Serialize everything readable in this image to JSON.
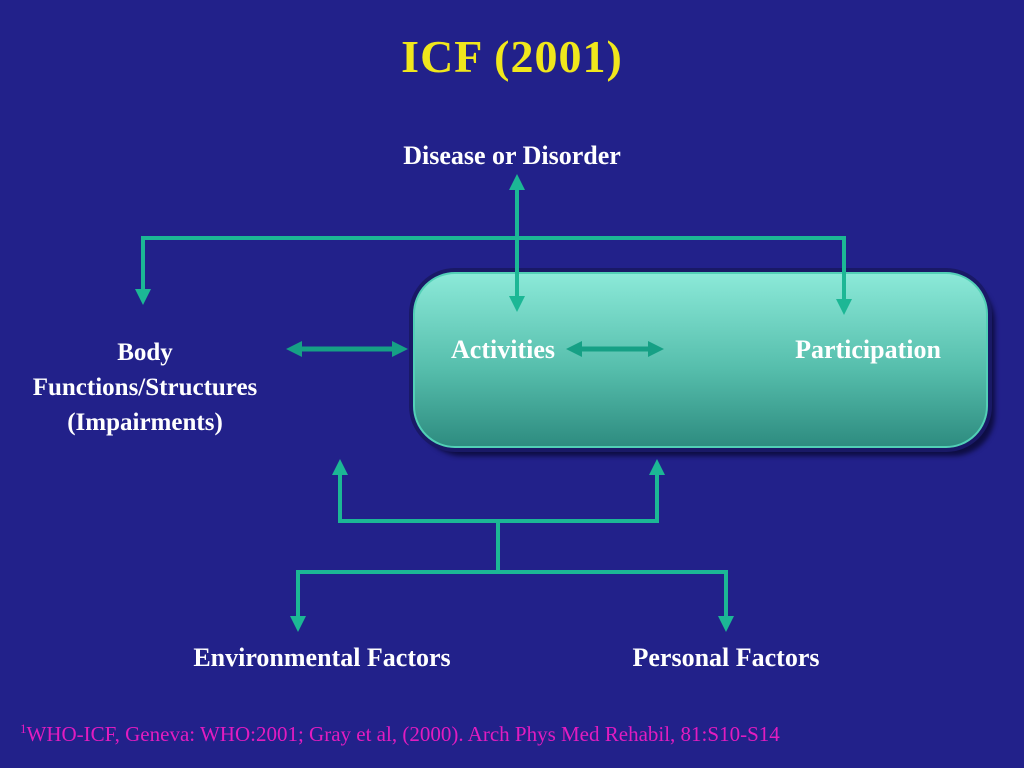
{
  "slide": {
    "title": "ICF (2001)",
    "footer": {
      "superscript": "1",
      "text": "WHO-ICF, Geneva: WHO:2001; Gray et al, (2000). Arch Phys Med Rehabil, 81:S10-S14"
    }
  },
  "diagram": {
    "top_label": "Disease or Disorder",
    "left_label_lines": [
      "Body",
      "Functions/Structures",
      "(Impairments)"
    ],
    "box_labels": {
      "left": "Activities",
      "right": "Participation"
    },
    "bottom_labels": {
      "left": "Environmental Factors",
      "right": "Personal Factors"
    }
  },
  "colors": {
    "bg": "#22218A",
    "title": "#F0E71C",
    "text": "#FFFFFF",
    "line": "#1CB795",
    "hline": "#16A085",
    "footer": "#E21CC0",
    "box-top": "#8BE9D8",
    "box-mid": "#56BEAC",
    "box-bottom": "#2E8C80",
    "box-border": "#52D0B6",
    "box-ring": "#191966"
  }
}
